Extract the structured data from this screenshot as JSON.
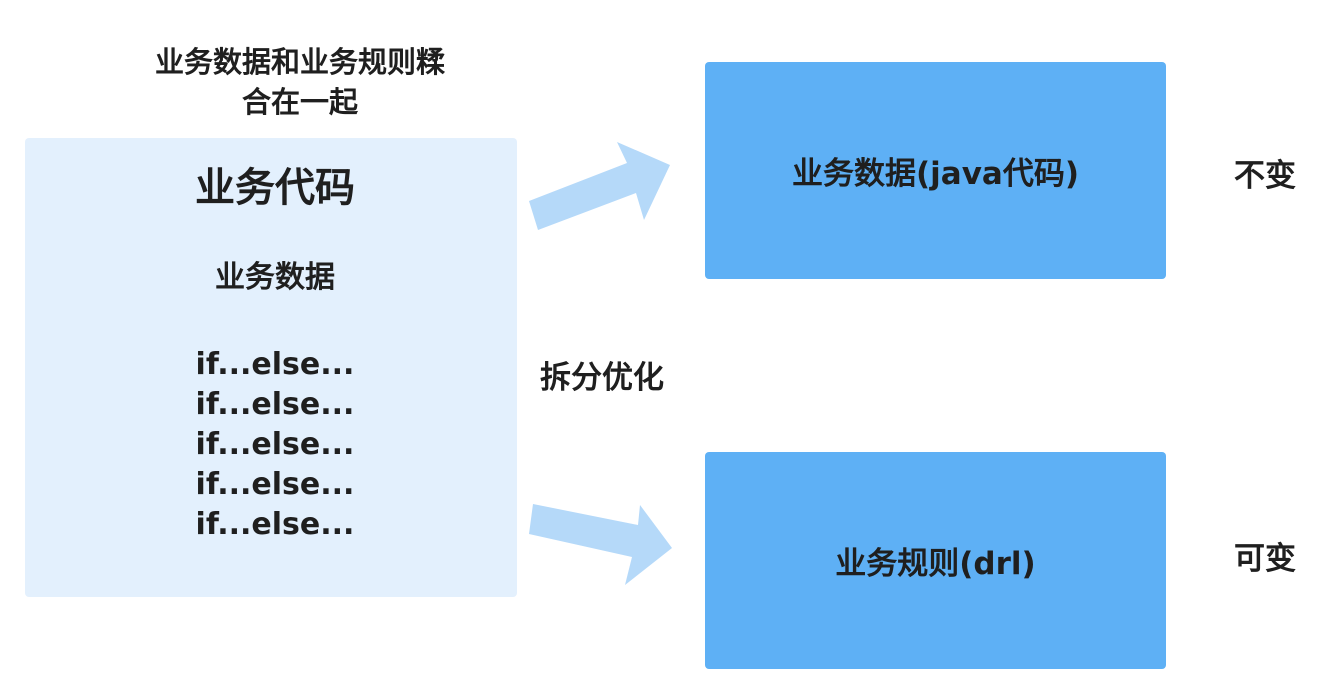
{
  "caption": [
    "业务数据和业务规则糅",
    "合在一起"
  ],
  "code_box": {
    "title": "业务代码",
    "data_label": "业务数据",
    "lines": [
      "if...else...",
      "if...else...",
      "if...else...",
      "if...else...",
      "if...else..."
    ]
  },
  "split_label": "拆分优化",
  "targets": [
    {
      "label": "业务数据(java代码)",
      "note": "不变"
    },
    {
      "label": "业务规则(drl)",
      "note": "可变"
    }
  ],
  "colors": {
    "light_box": "#e3f0fd",
    "blue_box": "#5eb0f5",
    "arrow": "#b5d9f9"
  }
}
